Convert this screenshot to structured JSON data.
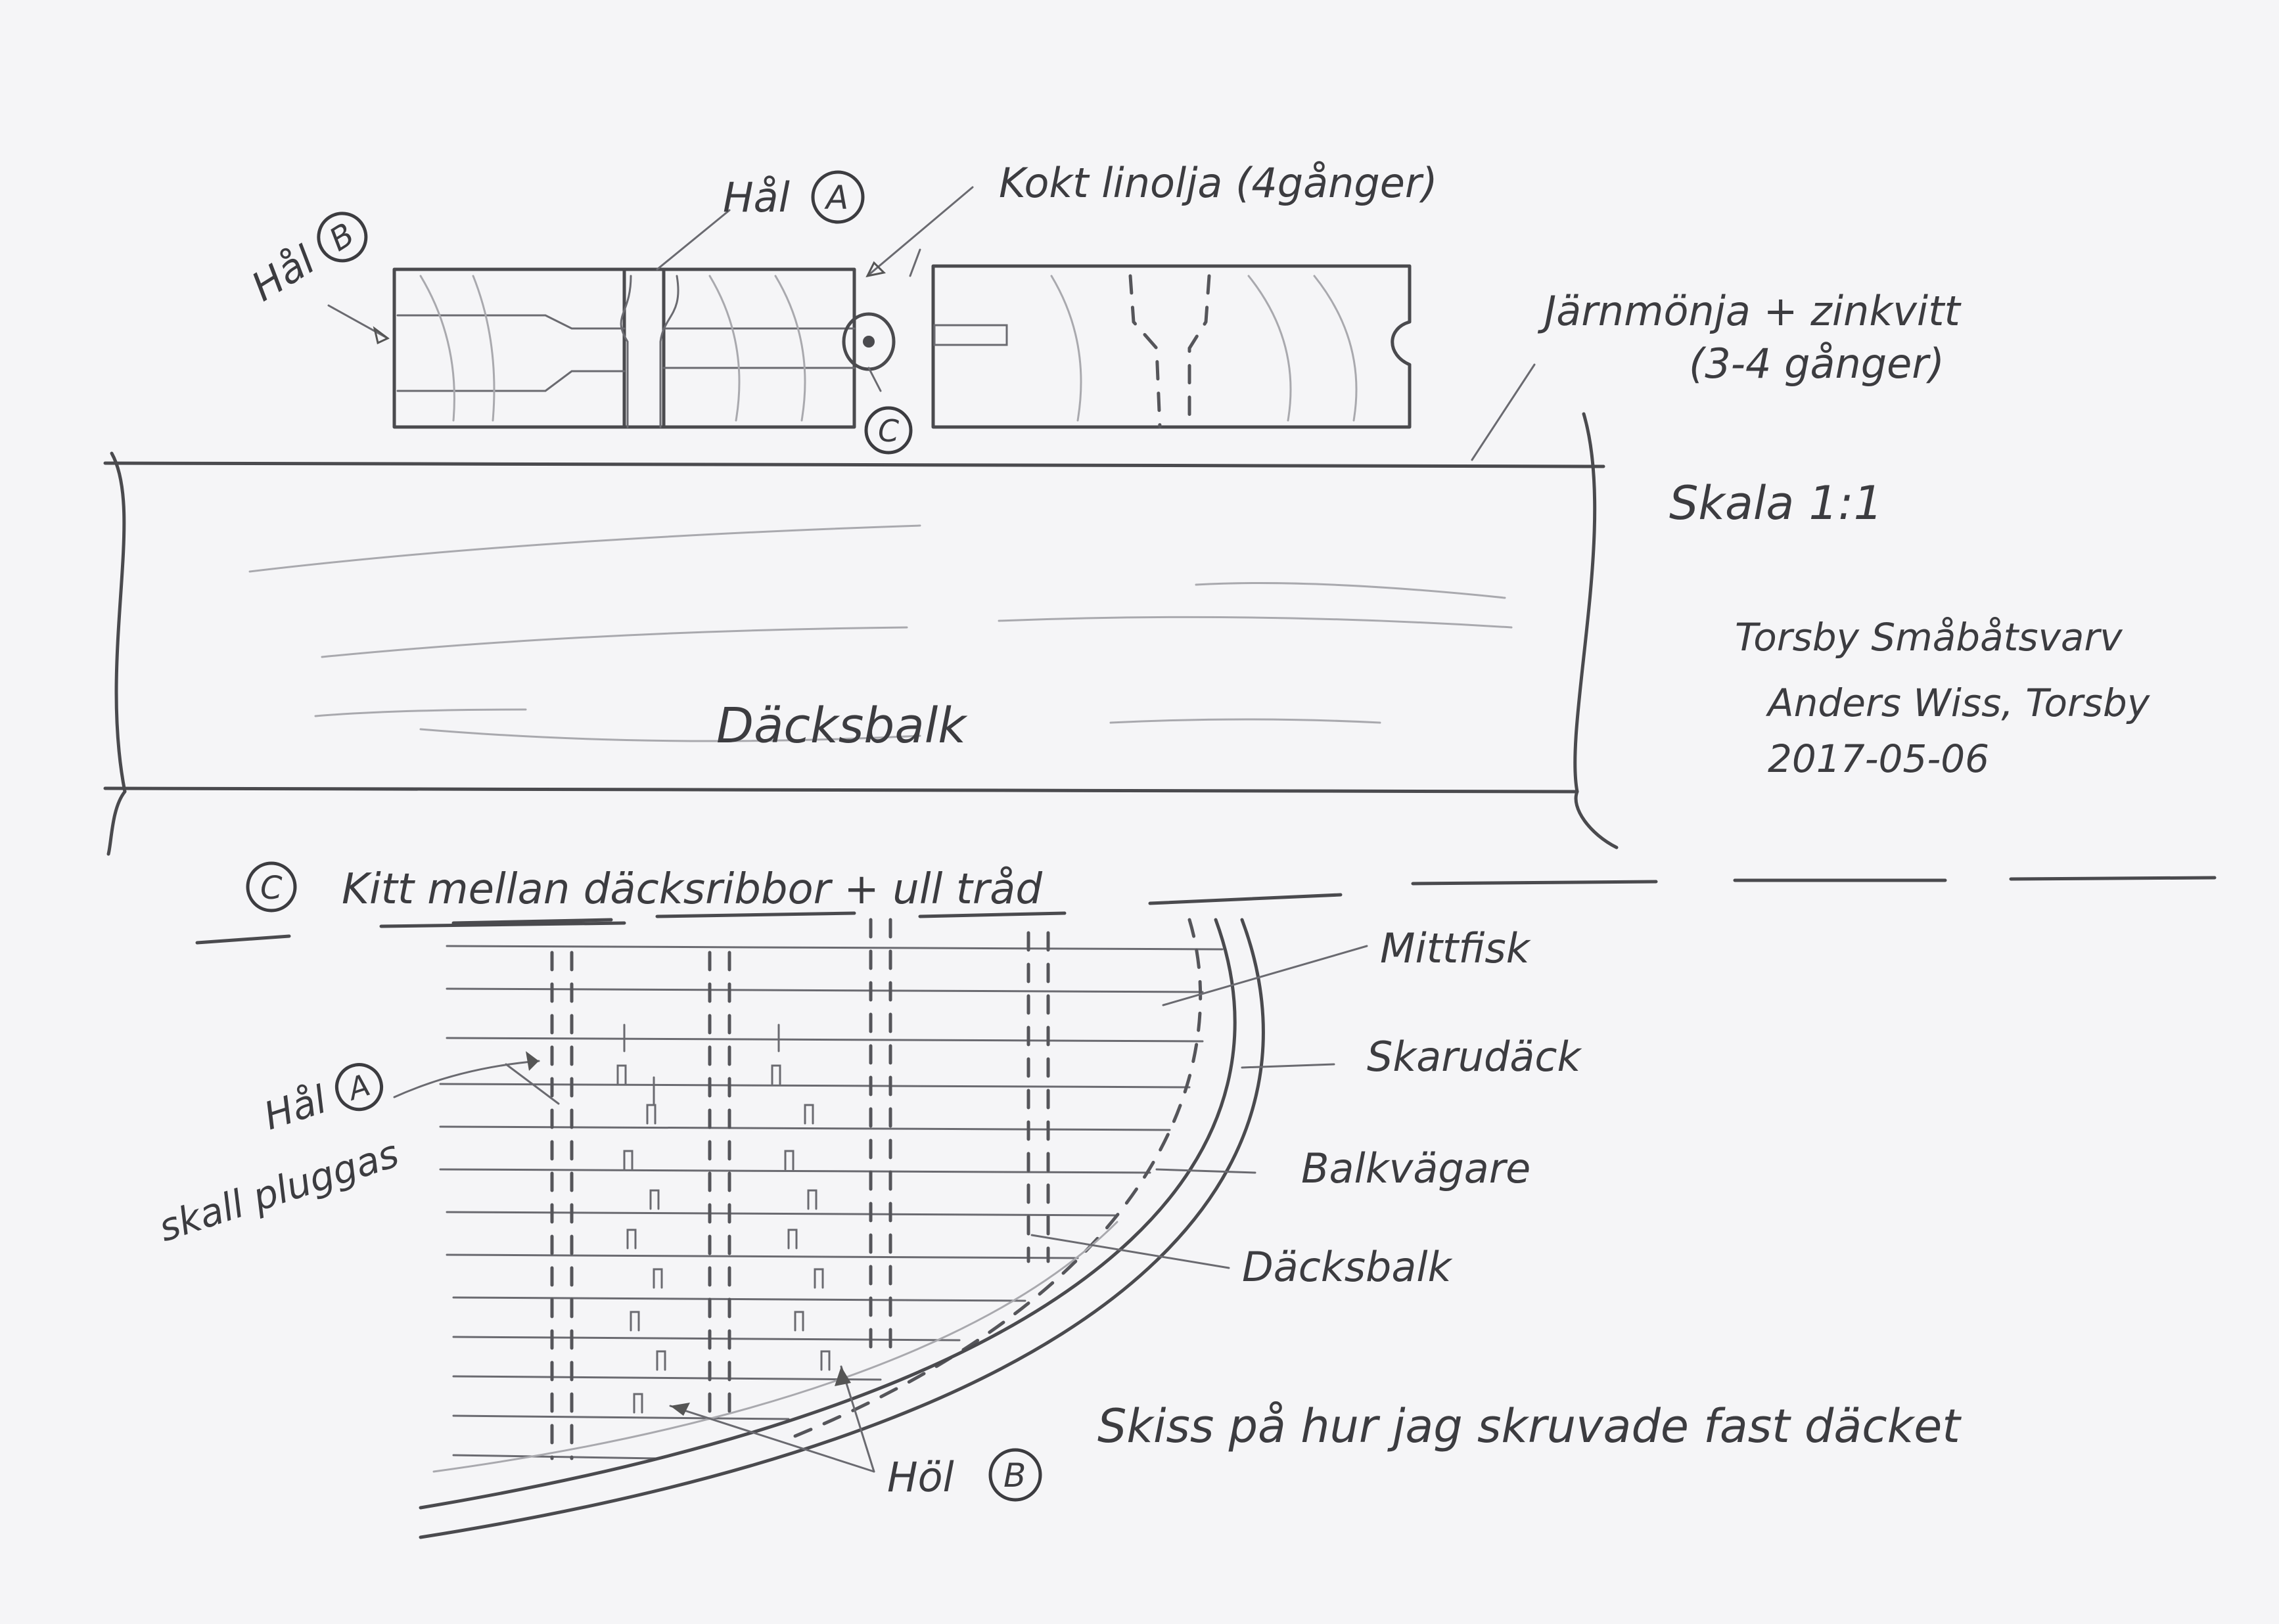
{
  "labels": {
    "hal_b": "Hål",
    "hal_b_letter": "B",
    "hal_a": "Hål",
    "hal_a_letter": "A",
    "c_letter_top": "C",
    "kokt_linolja": "Kokt linolja (4gånger)",
    "jarnmonja": "Järnmönja + zinkvitt",
    "jarnmonja_2": "(3-4 gånger)",
    "skala": "Skala 1:1",
    "dacksbalk_top": "Däcksbalk",
    "signature_1": "Torsby Småbåtsvarv",
    "signature_2": "Anders Wiss, Torsby",
    "date": "2017-05-06",
    "c_letter_bottom": "C",
    "kitt": "Kitt mellan däcksribbor + ull tråd",
    "mittfisk": "Mittfisk",
    "skarudack": "Skarudäck",
    "balkvagare": "Balkvägare",
    "dacksbalk_bottom": "Däcksbalk",
    "hal_a2": "Hål",
    "hal_a2_letter": "A",
    "skall_pluggas": "skall pluggas",
    "hol_b": "Höl",
    "hol_b_letter": "B",
    "skiss": "Skiss på hur jag skruvade fast däcket"
  },
  "colors": {
    "paper": "#f5f5f7",
    "pencil": "#4a4a4e"
  }
}
